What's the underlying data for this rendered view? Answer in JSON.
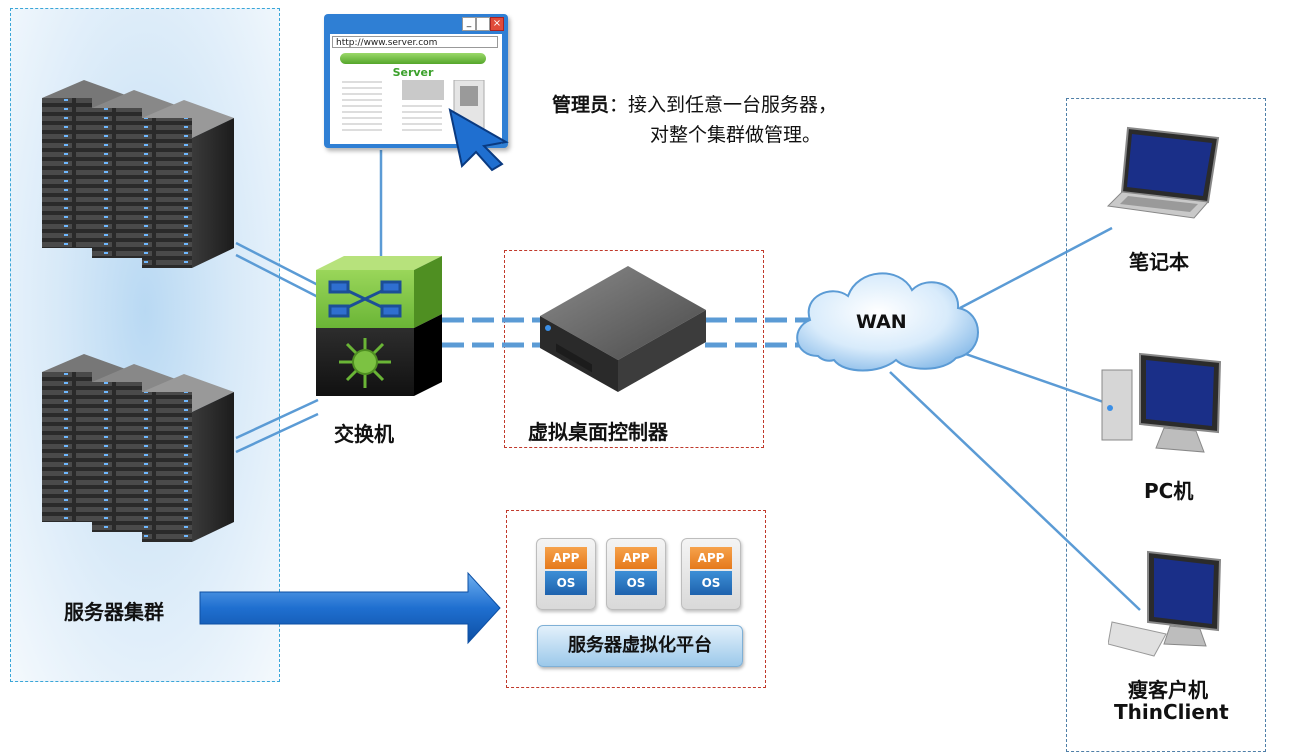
{
  "admin": {
    "title": "管理员",
    "line1": "：接入到任意一台服务器，",
    "line2": "对整个集群做管理。"
  },
  "browser": {
    "url": "http://www.server.com",
    "banner": "Server"
  },
  "switch": {
    "label": "交换机"
  },
  "controller": {
    "label": "虚拟桌面控制器"
  },
  "cluster": {
    "label": "服务器集群"
  },
  "wan": {
    "label": "WAN"
  },
  "clients": {
    "laptop": "笔记本",
    "pc": "PC机",
    "thin_line1": "瘦客户机",
    "thin_line2": "ThinClient"
  },
  "apps": [
    {
      "app": "APP",
      "os": "OS"
    },
    {
      "app": "APP",
      "os": "OS"
    },
    {
      "app": "APP",
      "os": "OS"
    }
  ],
  "platform": {
    "label": "服务器虚拟化平台"
  },
  "colors": {
    "line": "#5b9bd5",
    "switch_top": "#7cc242",
    "arrow": "#1e6fd0"
  }
}
